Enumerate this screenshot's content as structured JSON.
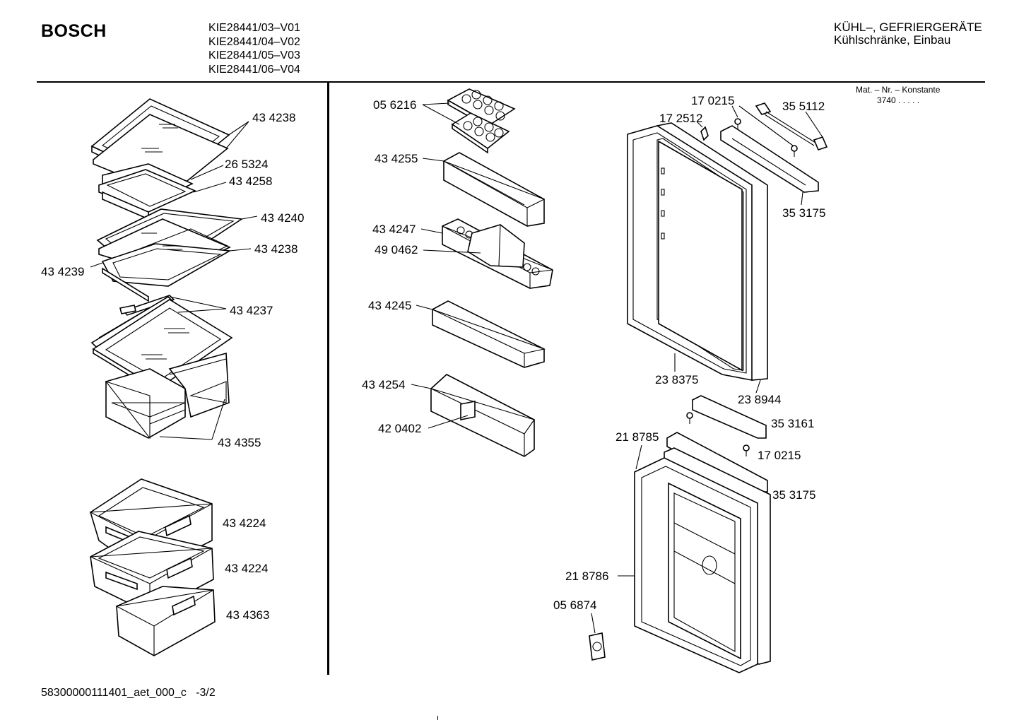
{
  "header": {
    "brand": "BOSCH",
    "models": [
      "KIE28441/03–V01",
      "KIE28441/04–V02",
      "KIE28441/05–V03",
      "KIE28441/06–V04"
    ],
    "category": "KÜHL–, GEFRIERGERÄTE",
    "subcategory": "Kühlschränke, Einbau"
  },
  "mat_nr": {
    "label": "Mat. – Nr. – Konstante",
    "value": "3740 .  .  .  .  ."
  },
  "footer": {
    "doc_id": "58300000111401_aet_000_c",
    "page": "-3/2"
  },
  "parts": [
    "43 4238",
    "26 5324",
    "43 4258",
    "43 4240",
    "43 4238",
    "43 4239",
    "43 4237",
    "43 4355",
    "43 4224",
    "43 4224",
    "43 4363",
    "05 6216",
    "43 4255",
    "43 4247",
    "49 0462",
    "43 4245",
    "43 4254",
    "42 0402",
    "17 0215",
    "35 5112",
    "17 2512",
    "35 3175",
    "23 8375",
    "23 8944",
    "35 3161",
    "21 8785",
    "17 0215",
    "35 3175",
    "21 8786",
    "05 6874"
  ]
}
